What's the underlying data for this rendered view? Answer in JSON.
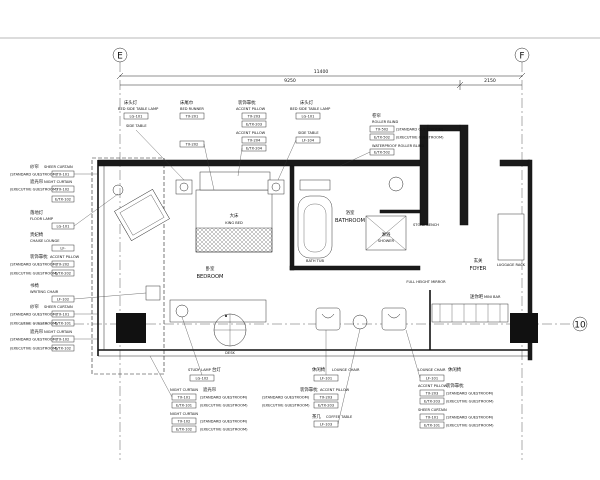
{
  "grid": {
    "axis_e": "E",
    "axis_f": "F",
    "axis_10": "10",
    "dim_total": "11400",
    "dim_left": "9250",
    "dim_right": "2150"
  },
  "rooms": {
    "bedroom_cn": "卧室",
    "bedroom_en": "BEDROOM",
    "bathroom_cn": "浴室",
    "bathroom_en": "BATHROOM",
    "foyer_cn": "玄关",
    "foyer_en": "FOYER",
    "king_bed_cn": "大床",
    "king_bed_en": "KING BED",
    "shower_cn": "淋浴",
    "shower_en": "SHOWER",
    "bath_tub": "BATH TUB",
    "stone_bench": "STONE BENCH",
    "full_mirror": "FULL HEIGHT MIRROR",
    "luggage_rack": "LUGGAGE RACK",
    "desk": "DESK"
  },
  "labels": {
    "bedside_lamp_cn": "床头灯",
    "bedside_lamp_en": "BED SIDE TABLE LAMP",
    "bedside_lamp_code": "LG-101",
    "side_table_en": "SIDE TABLE",
    "bed_runner_cn": "床尾巾",
    "bed_runner_en": "BED RUNNER",
    "bed_runner_code1": "TX-201",
    "bed_runner_code2": "TX-202",
    "accent_pillow_cn": "装饰靠枕",
    "accent_pillow_en": "ACCENT PILLOW",
    "accent_pillow_code1": "TX-203",
    "accent_pillow_code2": "E/TX-203",
    "accent_pillow_code3": "TX-204",
    "accent_pillow_code4": "E/TX-204",
    "bedside_lamp2_code": "LG-101",
    "side_table2_code": "LF-104",
    "roller_blind_cn": "卷帘",
    "roller_blind_en": "ROLLER BLIND",
    "roller_blind_code1": "TX-502",
    "roller_blind_code2": "E/TX-502",
    "roller_blind_std": "(STANDARD GUESTROOM)",
    "roller_blind_exec": "(EXECUTIVE GUESTROOM)",
    "waterproof_en": "WATERPROOF ROLLER BLIND",
    "sheer_curtain_cn": "纱帘",
    "sheer_curtain_en": "SHEER CURTAIN",
    "sheer_code1": "TX-101",
    "sheer_code2": "E/TX-101",
    "night_curtain_cn": "遮光帘",
    "night_curtain_en": "NIGHT CURTAIN",
    "night_code1": "TX-102",
    "night_code2": "E/TX-102",
    "floor_lamp_cn": "落地灯",
    "floor_lamp_en": "FLOOR LAMP",
    "floor_lamp_code": "LG-101",
    "chaise_cn": "贵妃椅",
    "chaise_en": "CHAISE LOUNGE",
    "chaise_code": "LF-",
    "accent_pillow_l_code1": "TX-202",
    "accent_pillow_l_code2": "E/TX-202",
    "writing_chair_cn": "书椅",
    "writing_chair_en": "WRITING CHAIR",
    "writing_chair_code": "LF-102",
    "sheer_l_code1": "TX-101",
    "sheer_l_code2": "E/TX-101",
    "night_l_code1": "TX-102",
    "night_l_code2": "E/TX-102",
    "study_lamp_cn": "台灯",
    "study_lamp_en": "STUDY LAMP",
    "study_lamp_code": "LG-102",
    "lounge_chair_cn": "休闲椅",
    "lounge_chair_en": "LOUNGE CHAIR",
    "lounge_chair_code": "LF-101",
    "accent_pillow_b_code1": "TX-203",
    "accent_pillow_b_code2": "E/TX-203",
    "coffee_table_cn": "茶几",
    "coffee_table_en": "COFFEE TABLE",
    "coffee_table_code": "LF-103",
    "minibar_cn": "迷你吧",
    "minibar_en": "MINI BAR",
    "std": "(STANDARD GUESTROOM)",
    "exec": "(EXECUTIVE GUESTROOM)",
    "desk_code": "DESK"
  }
}
